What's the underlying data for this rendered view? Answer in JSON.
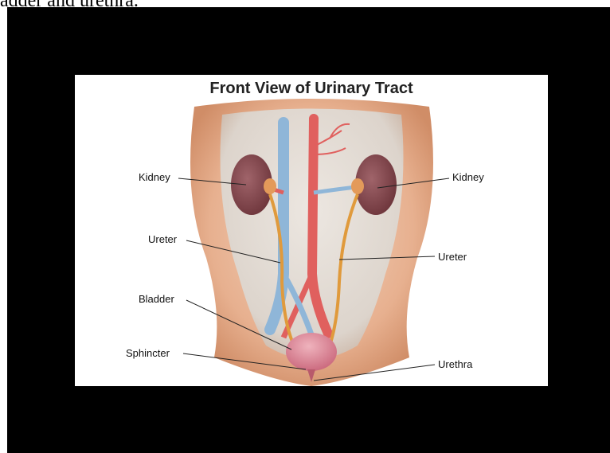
{
  "caption": "adder and urethra.",
  "figure": {
    "title": "Front View of Urinary Tract",
    "labels": {
      "kidney_left": "Kidney",
      "kidney_right": "Kidney",
      "ureter_left": "Ureter",
      "ureter_right": "Ureter",
      "bladder": "Bladder",
      "sphincter": "Sphincter",
      "urethra": "Urethra"
    }
  },
  "colors": {
    "background": "#000000",
    "skin": "#e2a47e",
    "kidney": "#7a3f45",
    "ureter": "#e09a3c",
    "artery": "#e0605e",
    "vein": "#8fb6d8",
    "bladder": "#d7788a"
  }
}
